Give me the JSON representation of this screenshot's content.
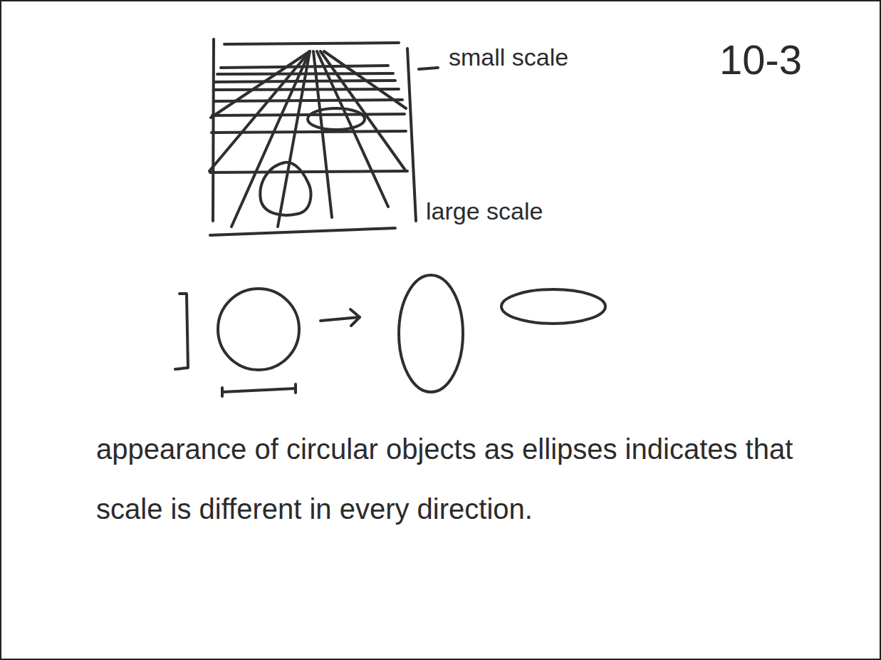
{
  "diagram": {
    "labels": [
      "small scale",
      "10-3",
      "large scale",
      "appearance of circular objects as ellipses indicates that scale is different in every direction."
    ]
  }
}
